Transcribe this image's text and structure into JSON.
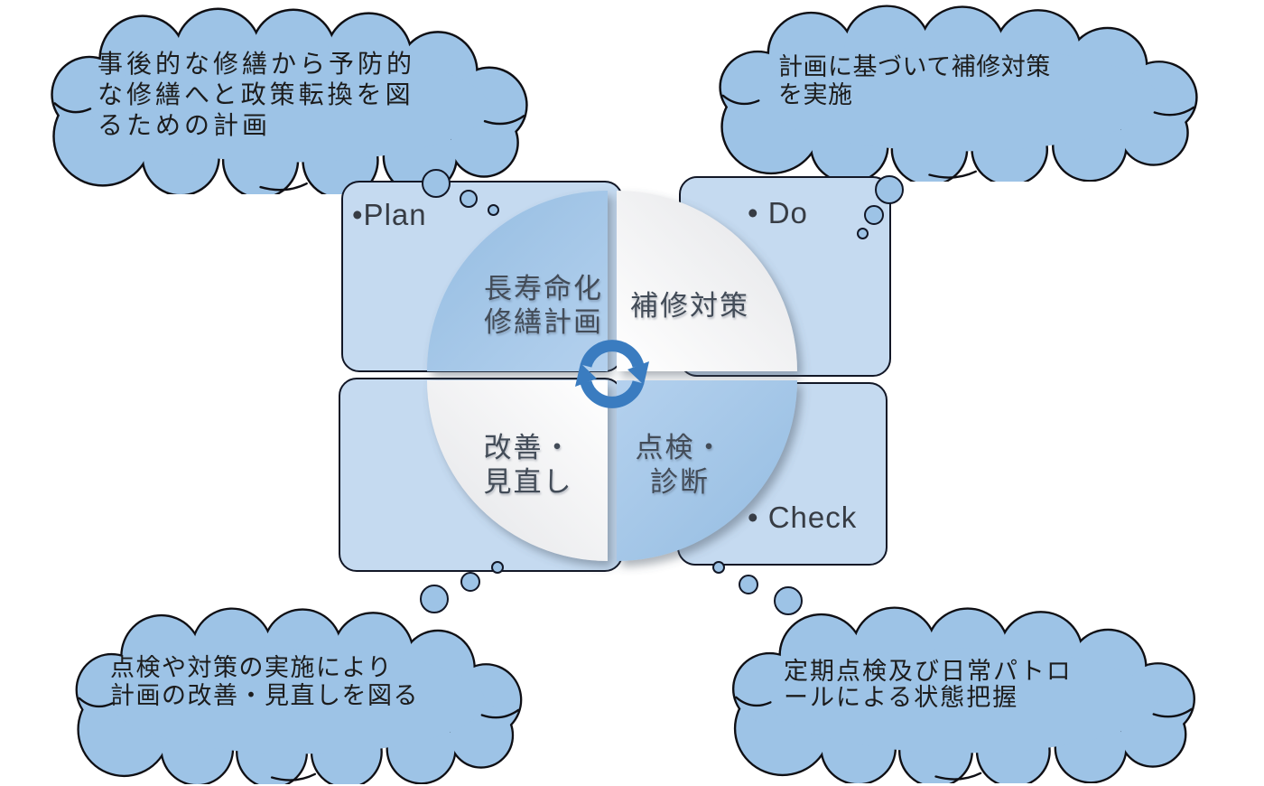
{
  "diagram": "pdca-cycle",
  "clouds": {
    "top_left": {
      "lines": [
        "事後的な修繕から予防的",
        "な修繕へと政策転換を図",
        "るための計画"
      ]
    },
    "top_right": {
      "lines": [
        "計画に基づいて補修対策",
        "を実施"
      ]
    },
    "bottom_left": {
      "lines": [
        "点検や対策の実施により",
        "計画の改善・見直しを図る"
      ]
    },
    "bottom_right": {
      "lines": [
        "定期点検及び日常パトロ",
        "ールによる状態把握"
      ]
    }
  },
  "boxes": {
    "plan_label": "•Plan",
    "do_label": "• Do",
    "check_label": "• Check"
  },
  "wheel": {
    "plan": {
      "line1": "長寿命化",
      "line2": "修繕計画"
    },
    "do": {
      "line1": "補修対策"
    },
    "act": {
      "line1": "改善・",
      "line2": "見直し"
    },
    "check": {
      "line1": "点検・",
      "line2": "診断"
    }
  },
  "icons": {
    "center": "cycle-arrows-icon"
  },
  "colors": {
    "cloud_fill": "#9dc3e6",
    "box_fill": "#c5daf0",
    "quadrant_blue": "#a2c6e8",
    "quadrant_white": "#ffffff",
    "arrow_blue": "#3a7cc0",
    "outline": "#121726",
    "text_dark": "#1c1c1c"
  }
}
